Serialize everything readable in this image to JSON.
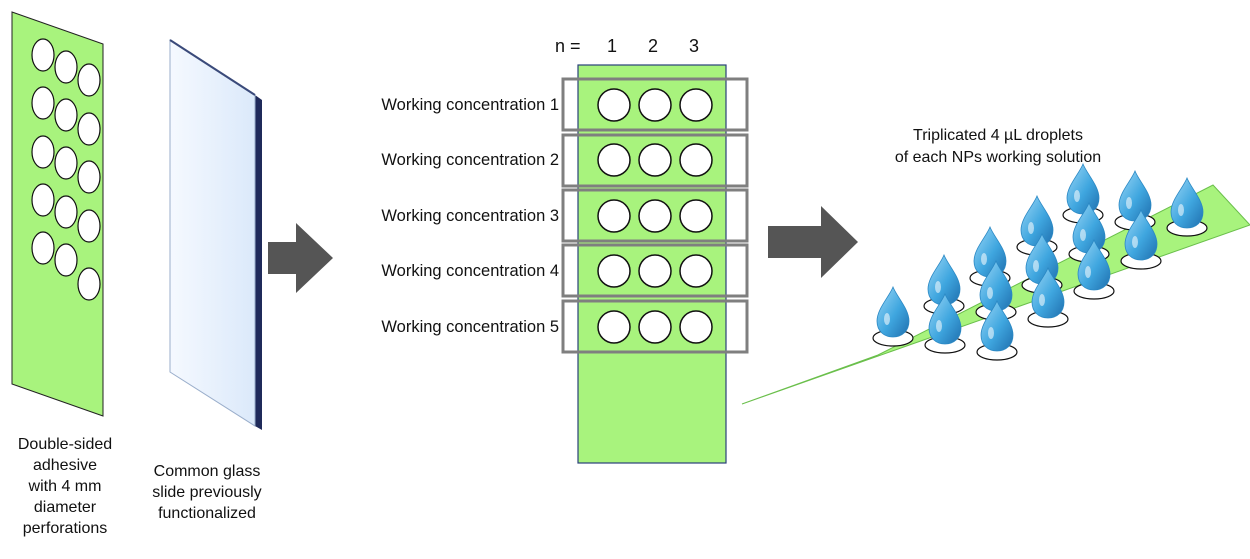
{
  "adhesive_caption": "Double-sided\nadhesive\nwith 4 mm\ndiameter\nperforations",
  "glass_caption": "Common glass\nslide previously\nfunctionalized",
  "slide_header": {
    "n_label": "n =",
    "columns": [
      "1",
      "2",
      "3"
    ]
  },
  "concentrations": [
    "Working concentration 1",
    "Working concentration 2",
    "Working concentration 3",
    "Working concentration 4",
    "Working concentration 5"
  ],
  "droplet_caption": "Triplicated 4 µL droplets\nof each NPs working solution",
  "colors": {
    "adhesive_green": "#a8f37d",
    "glass_blue": "#eaf3fd",
    "arrow_gray": "#555555",
    "box_gray": "#7f7f7f",
    "droplet_blue": "#3fa6df"
  }
}
